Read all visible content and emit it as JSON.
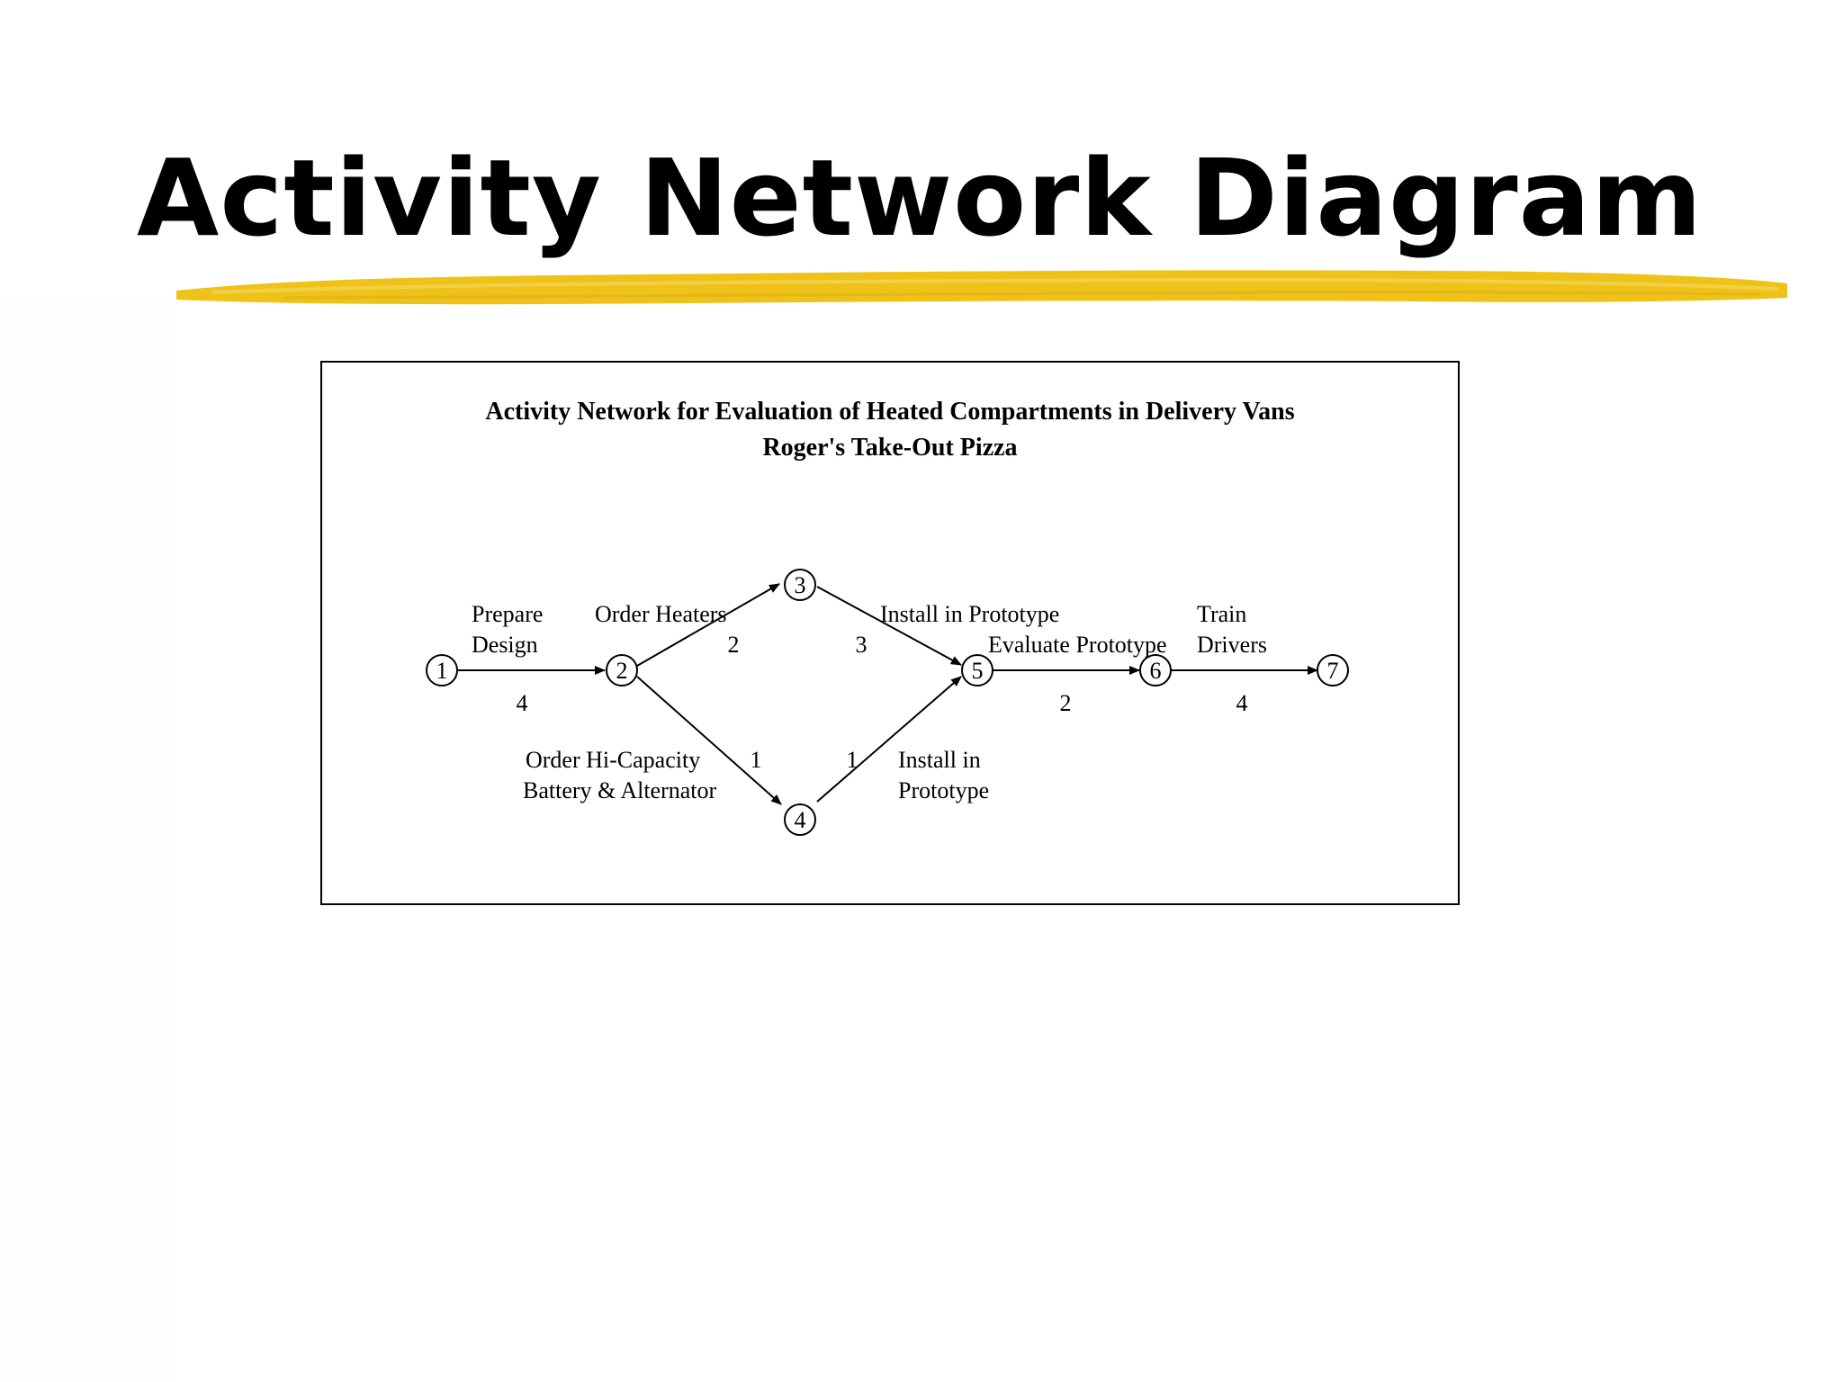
{
  "slide": {
    "title": "Activity Network Diagram",
    "underline_color": "#efc21a"
  },
  "diagram": {
    "title_line1": "Activity Network for Evaluation of Heated Compartments in Delivery Vans",
    "title_line2": "Roger's Take-Out Pizza",
    "nodes": [
      {
        "id": "n1",
        "label": "1"
      },
      {
        "id": "n2",
        "label": "2"
      },
      {
        "id": "n3",
        "label": "3"
      },
      {
        "id": "n4",
        "label": "4"
      },
      {
        "id": "n5",
        "label": "5"
      },
      {
        "id": "n6",
        "label": "6"
      },
      {
        "id": "n7",
        "label": "7"
      }
    ],
    "activities": [
      {
        "id": "a12",
        "from": "1",
        "to": "2",
        "name_lines": [
          "Prepare",
          "Design"
        ],
        "duration": "4"
      },
      {
        "id": "a23",
        "from": "2",
        "to": "3",
        "name_lines": [
          "Order Heaters"
        ],
        "duration": "2"
      },
      {
        "id": "a24",
        "from": "2",
        "to": "4",
        "name_lines": [
          "Order Hi-Capacity",
          "Battery & Alternator"
        ],
        "duration": "1"
      },
      {
        "id": "a35",
        "from": "3",
        "to": "5",
        "name_lines": [
          "Install in Prototype"
        ],
        "duration": "3"
      },
      {
        "id": "a45",
        "from": "4",
        "to": "5",
        "name_lines": [
          "Install in",
          "Prototype"
        ],
        "duration": "1"
      },
      {
        "id": "a56",
        "from": "5",
        "to": "6",
        "name_lines": [
          "Evaluate Prototype"
        ],
        "duration": "2"
      },
      {
        "id": "a67",
        "from": "6",
        "to": "7",
        "name_lines": [
          "Train",
          "Drivers"
        ],
        "duration": "4"
      }
    ]
  }
}
